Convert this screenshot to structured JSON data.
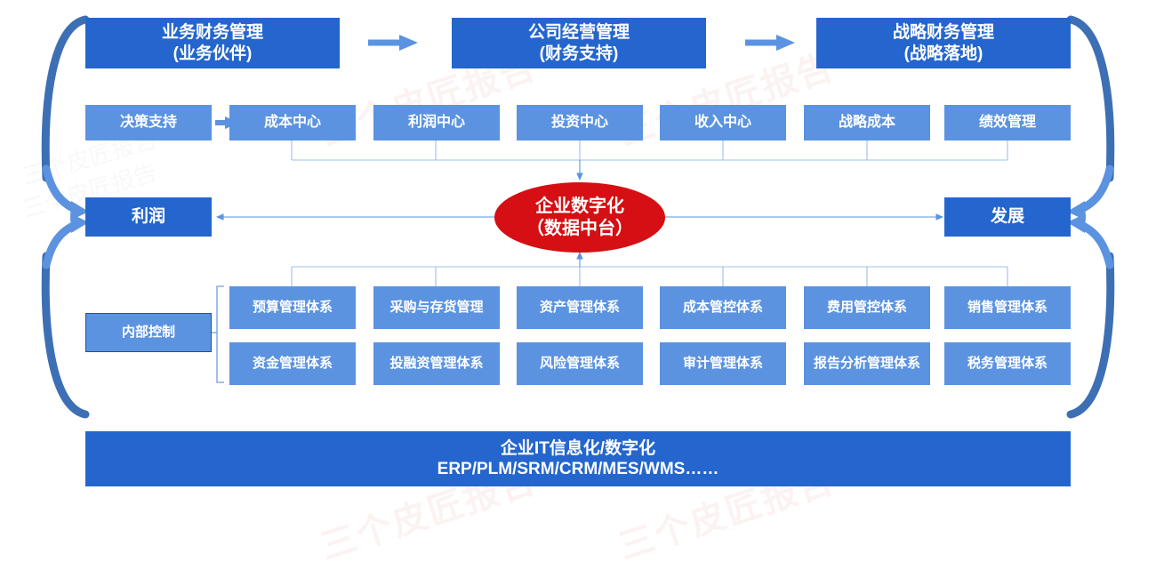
{
  "diagram": {
    "title_top_row": [
      {
        "id": "business-finance",
        "line1": "业务财务管理",
        "line2": "（业务伙伴)",
        "display": "业务财务管理\n(业务伙伴)"
      },
      {
        "id": "company-operation",
        "line1": "公司经营管理",
        "line2": "（财务支持)",
        "display": "公司经营管理\n(财务支持)"
      },
      {
        "id": "strategic-finance",
        "line1": "战略财务管理",
        "line2": "（战略落地)",
        "display": "战略财务管理\n(战略落地)"
      }
    ],
    "top_arrows": [
      "→",
      "→"
    ],
    "centers_row": [
      {
        "id": "decision-support",
        "label": "决策支持"
      },
      {
        "id": "cost-center",
        "label": "成本中心"
      },
      {
        "id": "profit-center",
        "label": "利润中心"
      },
      {
        "id": "investment-center",
        "label": "投资中心"
      },
      {
        "id": "revenue-center",
        "label": "收入中心"
      },
      {
        "id": "strategic-cost",
        "label": "战略成本"
      },
      {
        "id": "performance-management",
        "label": "绩效管理"
      }
    ],
    "row2_arrow": "→",
    "left_outcome": {
      "id": "profit",
      "label": "利润"
    },
    "right_outcome": {
      "id": "development",
      "label": "发展"
    },
    "hub": {
      "id": "digital-hub",
      "line1": "企业数字化",
      "line2": "（数据中台）",
      "display": "企业数字化\n（数据中台）"
    },
    "internal_control": {
      "id": "internal-control",
      "label": "内部控制"
    },
    "systems_grid": {
      "row1": [
        {
          "id": "budget-system",
          "label": "预算管理体系"
        },
        {
          "id": "procurement-inventory-system",
          "label": "采购与存货管理"
        },
        {
          "id": "asset-system",
          "label": "资产管理体系"
        },
        {
          "id": "cost-control-system",
          "label": "成本管控体系"
        },
        {
          "id": "expense-control-system",
          "label": "费用管控体系"
        },
        {
          "id": "sales-system",
          "label": "销售管理体系"
        }
      ],
      "row2": [
        {
          "id": "funds-system",
          "label": "资金管理体系"
        },
        {
          "id": "investment-financing-system",
          "label": "投融资管理体系"
        },
        {
          "id": "risk-system",
          "label": "风险管理体系"
        },
        {
          "id": "audit-system",
          "label": "审计管理体系"
        },
        {
          "id": "report-analysis-system",
          "label": "报告分析管理体系"
        },
        {
          "id": "tax-system",
          "label": "税务管理体系"
        }
      ]
    },
    "footer": {
      "id": "it-digitalization",
      "line1": "企业IT信息化/数字化",
      "line2": "ERP/PLM/SRM/CRM/MES/WMS……",
      "display": "企业IT信息化/数字化\nERP/PLM/SRM/CRM/MES/WMS……"
    },
    "watermarks": [
      "三个皮匠报告",
      "三个皮匠报告",
      "三个皮匠报告",
      "三个皮匠报告",
      "三个皮匠报告",
      "三个皮匠报告"
    ],
    "colors": {
      "dark_blue": "#2466cd",
      "light_blue": "#5b93e0",
      "hub_red": "#d50f13",
      "line_blue": "#5b93e0",
      "arc_dark": "#3d6fb5",
      "arc_light": "#5b93e0",
      "text_white": "#ffffff",
      "background": "#ffffff"
    }
  }
}
